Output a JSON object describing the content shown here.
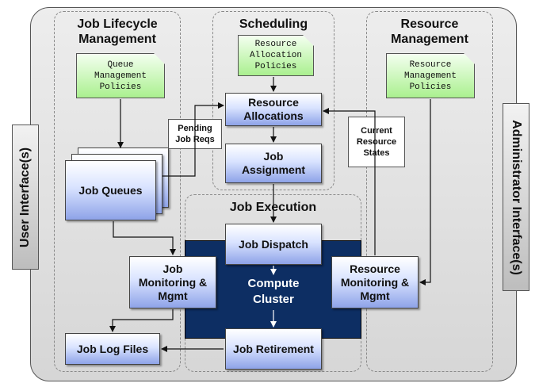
{
  "sidebars": {
    "left_label": "User Interface(s)",
    "right_label": "Administrator Interface(s)"
  },
  "sections": {
    "job_lifecycle": "Job Lifecycle\nManagement",
    "scheduling": "Scheduling",
    "resource_management": "Resource\nManagement",
    "job_execution": "Job Execution"
  },
  "policies": {
    "queue": "Queue\nManagement\nPolicies",
    "allocation": "Resource\nAllocation\nPolicies",
    "resource": "Resource\nManagement\nPolicies"
  },
  "labels": {
    "pending": "Pending\nJob Reqs",
    "current_states": "Current\nResource\nStates"
  },
  "boxes": {
    "resource_allocations": "Resource\nAllocations",
    "job_assignment": "Job\nAssignment",
    "job_queues": "Job Queues",
    "job_dispatch": "Job Dispatch",
    "compute_cluster": "Compute\nCluster",
    "job_monitoring": "Job\nMonitoring &\nMgmt",
    "resource_monitoring": "Resource\nMonitoring &\nMgmt",
    "job_retirement": "Job Retirement",
    "job_log_files": "Job Log Files"
  },
  "colors": {
    "cluster_bg": "#0d2e63",
    "box_gradient_bottom": "#8ea3e8",
    "policy_green": "#aaf08f"
  }
}
